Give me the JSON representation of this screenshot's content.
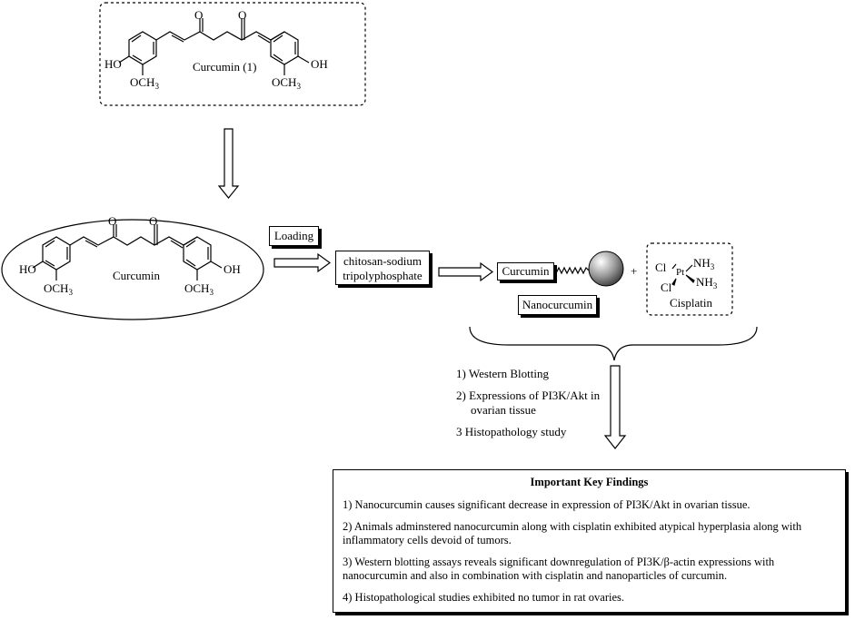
{
  "top_molecule": {
    "label": "Curcumin (1)",
    "oh_left": "HO",
    "oh_right": "OH",
    "ome_left": "OCH",
    "ome_right": "OCH",
    "ome_sub": "3",
    "carbonyl_left": "O",
    "carbonyl_right": "O"
  },
  "mid_molecule": {
    "label": "Curcumin",
    "oh_left": "HO",
    "oh_right": "OH",
    "ome_left": "OCH",
    "ome_right": "OCH",
    "ome_sub": "3",
    "carbonyl_left": "O",
    "carbonyl_right": "O"
  },
  "loading_label": "Loading",
  "carrier_line1": "chitosan-sodium",
  "carrier_line2": "tripolyphosphate",
  "curcumin_tag": "Curcumin",
  "nanocurcumin_label": "Nanocurcumin",
  "plus_sign": "+",
  "cisplatin": {
    "label": "Cisplatin",
    "cl_top": "Cl",
    "cl_bottom": "Cl",
    "pt": "Pt",
    "nh3_top": "NH",
    "nh3_bottom": "NH",
    "nh_sub": "3"
  },
  "steps": [
    "1) Western Blotting",
    "2) Expressions of PI3K/Akt in",
    "ovarian tissue",
    "3  Histopathology study"
  ],
  "findings": {
    "title": "Important Key Findings",
    "items": [
      "1) Nanocurcumin causes significant decrease in expression of PI3K/Akt in ovarian tissue.",
      "2) Animals adminstered nanocurcumin along with cisplatin exhibited atypical hyperplasia along with inflammatory cells devoid of tumors.",
      "3) Western blotting assays reveals significant  downregulation of PI3K/β-actin expressions with nanocurcumin and also in combination with cisplatin and nanoparticles of curcumin.",
      "4) Histopathological studies exhibited no tumor in rat ovaries."
    ]
  }
}
